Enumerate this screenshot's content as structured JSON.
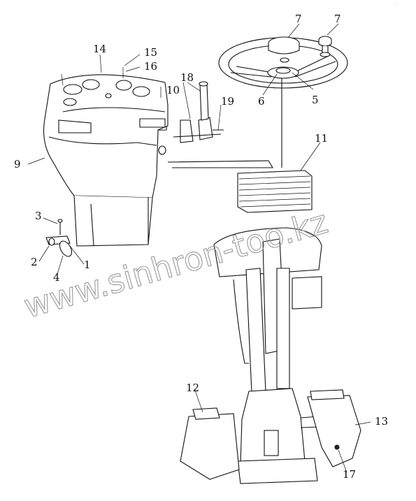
{
  "corner_mark": "···",
  "watermark": "www.sinhron-too.kz",
  "callouts": {
    "c1": "1",
    "c2": "2",
    "c3": "3",
    "c4": "4",
    "c5": "5",
    "c6": "6",
    "c7a": "7",
    "c7b": "7",
    "c9": "9",
    "c10": "10",
    "c11": "11",
    "c12": "12",
    "c13": "13",
    "c14": "14",
    "c15": "15",
    "c16": "16",
    "c17": "17",
    "c18": "18",
    "c19": "19"
  }
}
